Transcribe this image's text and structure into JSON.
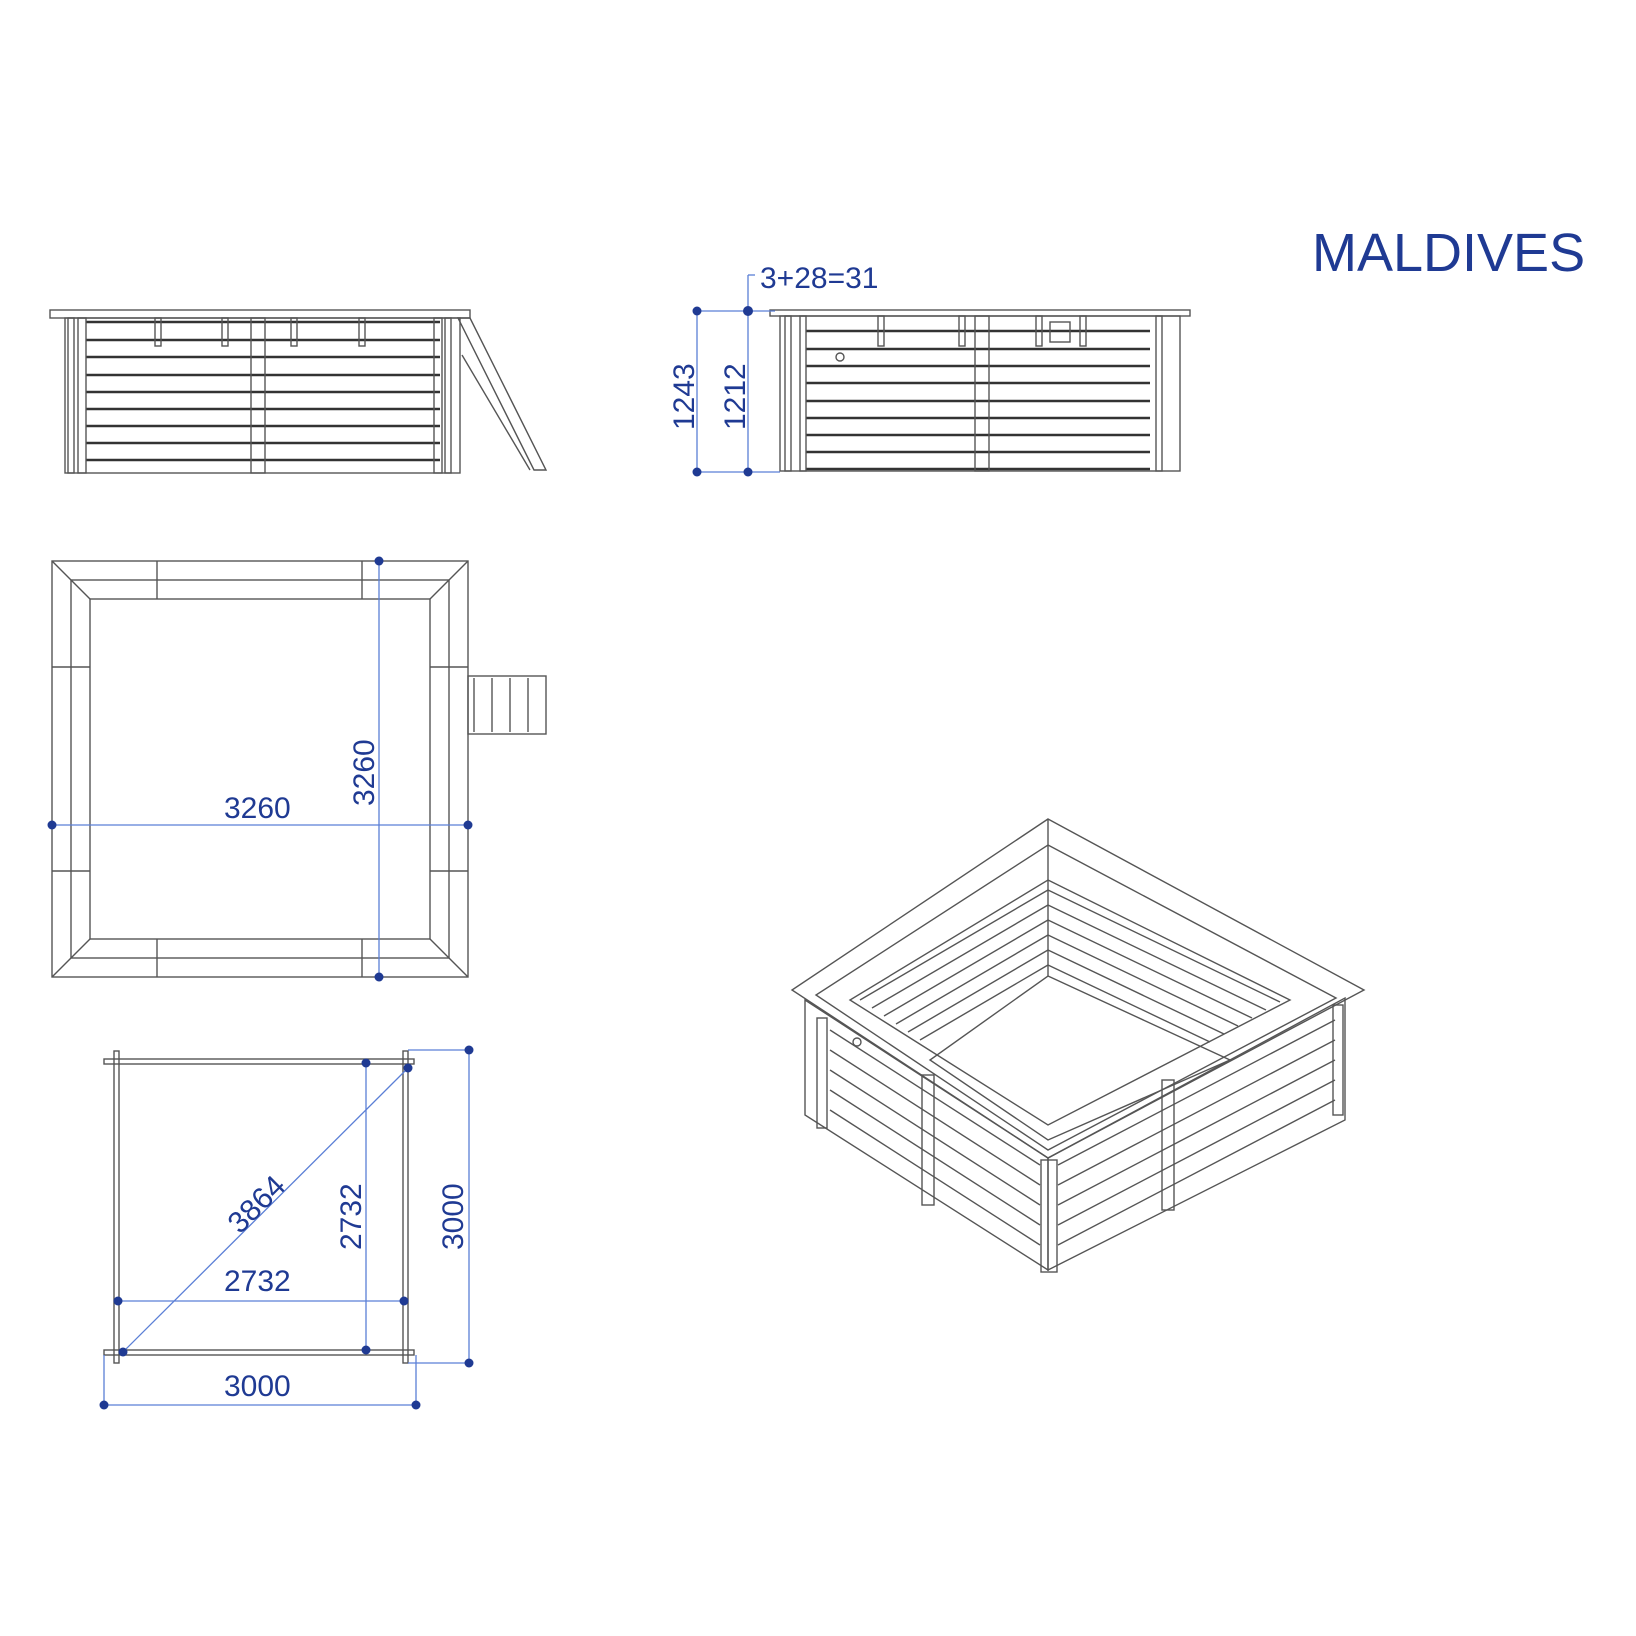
{
  "title": "MALDIVES",
  "accent_color": "#1f3a93",
  "line_color": "#555555",
  "side_view_dimensions": {
    "overall_height": "1243",
    "wall_height": "1212",
    "coping_note": "3+28=31"
  },
  "top_view_dimensions": {
    "width": "3260",
    "depth": "3260"
  },
  "frame_plan_dimensions": {
    "diagonal": "3864",
    "inner_vertical": "2732",
    "inner_horizontal": "2732",
    "outer_vertical": "3000",
    "outer_horizontal": "3000"
  },
  "views": [
    {
      "name": "side-elevation-with-ladder"
    },
    {
      "name": "front-elevation-dimensioned"
    },
    {
      "name": "top-view"
    },
    {
      "name": "frame-plan"
    },
    {
      "name": "isometric-view"
    }
  ]
}
